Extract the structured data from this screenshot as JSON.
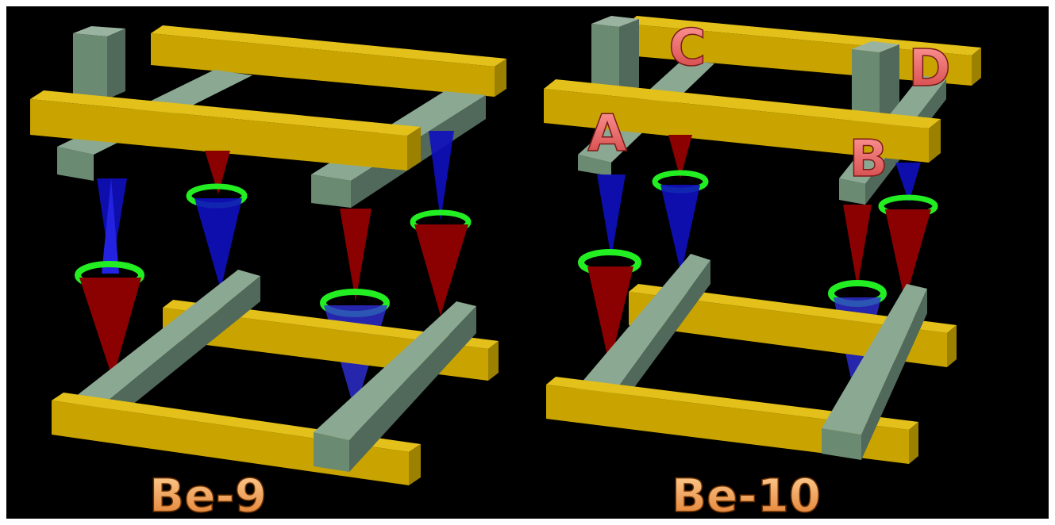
{
  "panels": [
    {
      "id": "be9",
      "caption": "Be-9"
    },
    {
      "id": "be10",
      "caption": "Be-10"
    }
  ],
  "point_labels": [
    "A",
    "B",
    "C",
    "D"
  ],
  "colors": {
    "background": "#000000",
    "gold_bar": "#c9a400",
    "green_block": "#6b8a72",
    "red_cone": "#8b0000",
    "blue_cone": "#1010d0",
    "ring": "#22ee22",
    "caption": "#f2a65a",
    "point_label": "#e05a5a"
  }
}
